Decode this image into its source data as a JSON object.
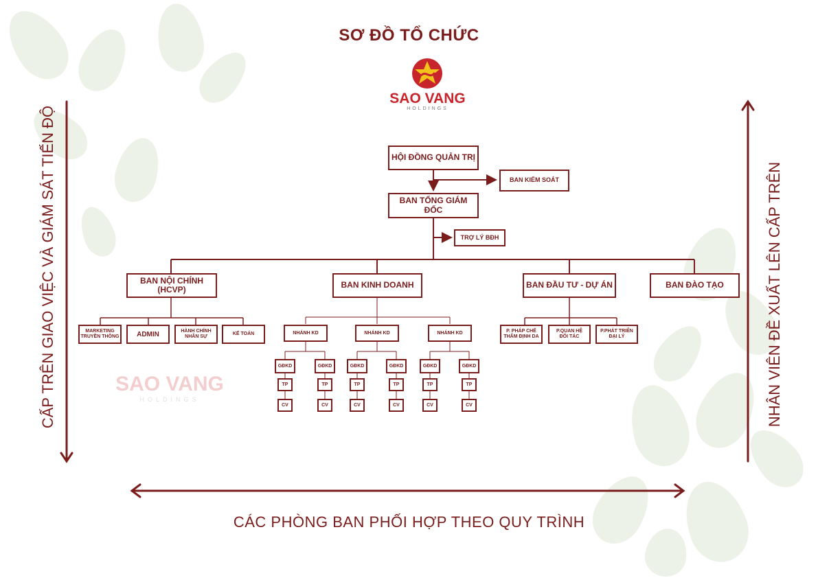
{
  "title": "SƠ ĐỒ TỔ CHỨC",
  "logo": {
    "wordmark": "SAO VANG",
    "sub": "HOLDINGS"
  },
  "watermark": {
    "wordmark": "SAO VANG",
    "sub": "HOLDINGS"
  },
  "colors": {
    "primary": "#7a1c1c",
    "logo_red": "#c8242b",
    "logo_gold": "#f2c31b",
    "leaf": "#dfe8d6"
  },
  "org": {
    "board": "HỘI ĐỒNG QUẢN TRỊ",
    "control": "BAN KIỂM SOÁT",
    "ceo": "BAN TỔNG GIÁM ĐỐC",
    "assistant": "TRỢ LÝ BĐH",
    "departments": {
      "admin": "BAN NỘI CHÍNH\n(HCVP)",
      "business": "BAN KINH DOANH",
      "investment": "BAN ĐẦU TƯ - DỰ ÁN",
      "training": "BAN ĐÀO TẠO"
    },
    "admin_units": [
      "MARKETING\nTRUYỀN THÔNG",
      "ADMIN",
      "HÀNH CHÍNH\nNHÂN SỰ",
      "KẾ TOÁN"
    ],
    "branches": [
      "NHÁNH KD",
      "NHÁNH KD",
      "NHÁNH KD"
    ],
    "branch_roles": [
      "GĐKD",
      "TP",
      "CV"
    ],
    "investment_units": [
      "P. PHÁP CHẾ\nTHẨM ĐỊNH DA",
      "P.QUAN HỆ\nĐỐI TÁC",
      "P.PHÁT TRIỂN\nĐẠI LÝ"
    ]
  },
  "side_left": "CẤP TRÊN GIAO VIỆC VÀ GIÁM SÁT TIẾN ĐỘ",
  "side_right": "NHÂN VIÊN ĐỀ XUẤT LÊN CẤP TRÊN",
  "bottom_label": "CÁC PHÒNG BAN PHỐI HỢP THEO QUY TRÌNH"
}
